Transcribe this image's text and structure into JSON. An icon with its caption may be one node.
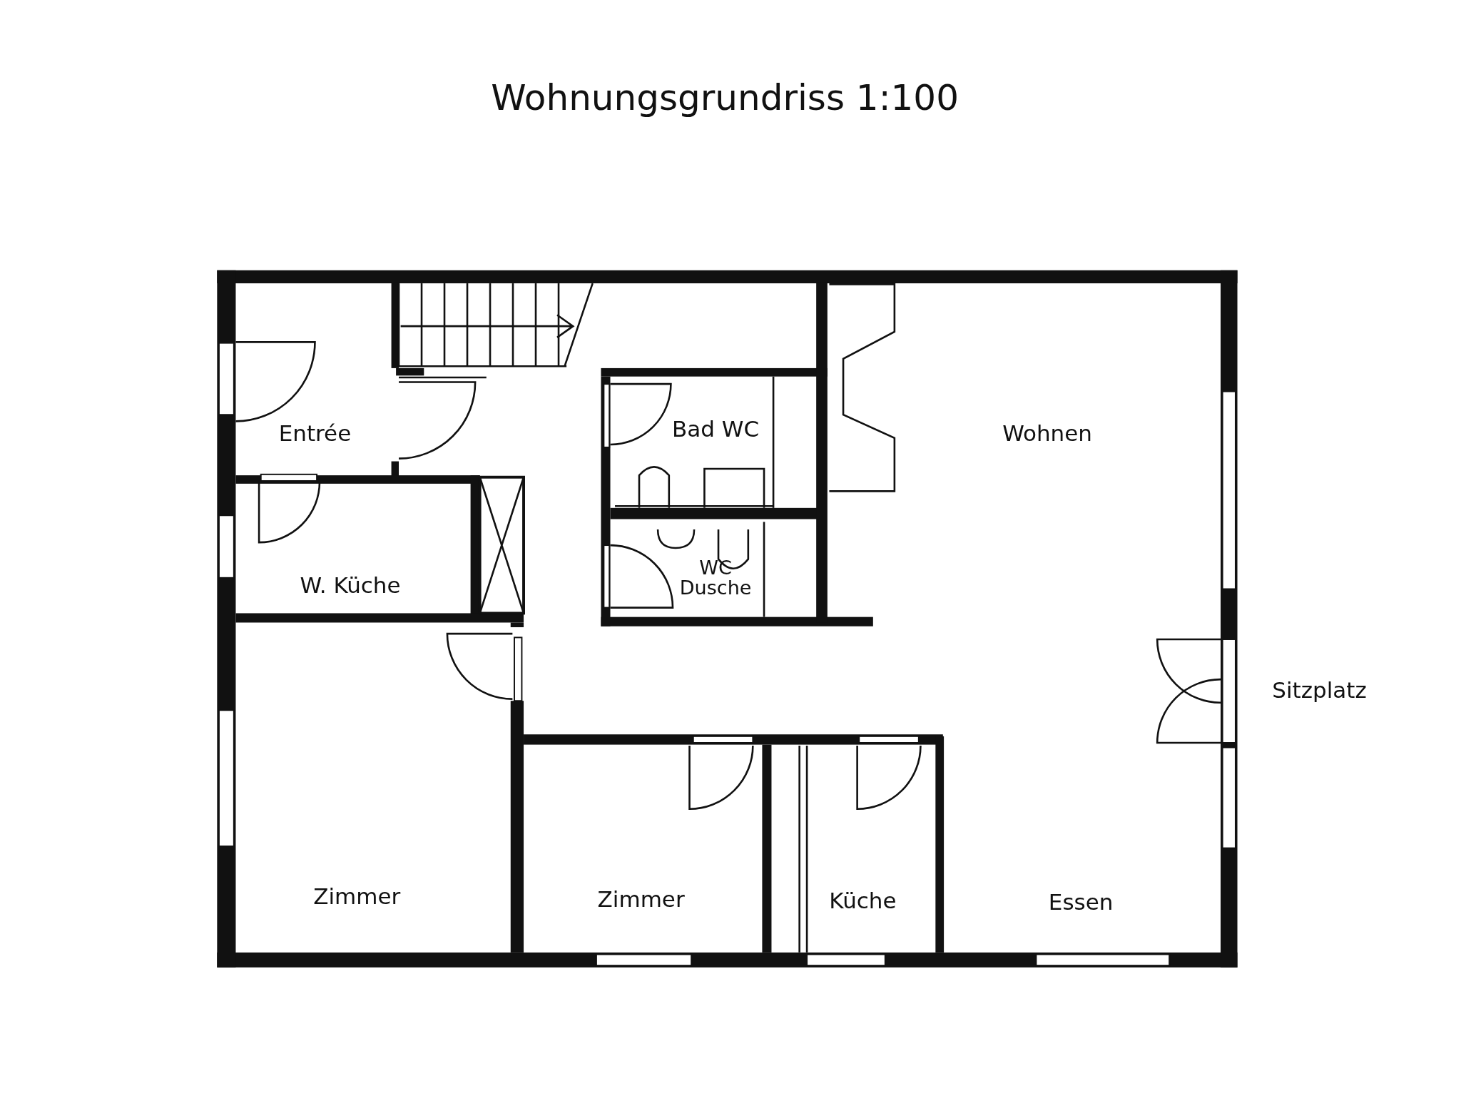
{
  "diagram": {
    "title": "Wohnungsgrundriss 1:100",
    "labels": [
      "Entrée",
      "Bad WC",
      "Wohnen",
      "W. Küche",
      "WC Dusche",
      "Sitzplatz",
      "Zimmer",
      "Zimmer",
      "Küche",
      "Essen"
    ]
  }
}
